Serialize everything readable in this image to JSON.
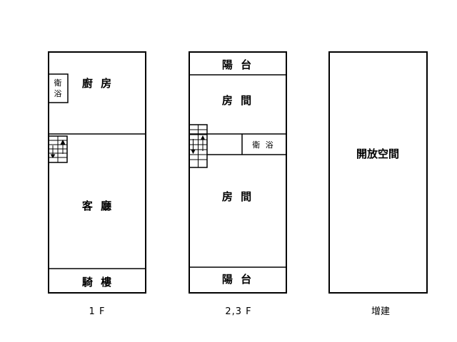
{
  "plan_1f": {
    "caption": "1 F",
    "rooms": {
      "bathroom_line1": "衛",
      "bathroom_line2": "浴",
      "kitchen": "廚 房",
      "living_room": "客 廳",
      "arcade": "騎 樓"
    }
  },
  "plan_23f": {
    "caption": "2,3 F",
    "rooms": {
      "balcony_top": "陽 台",
      "room_upper": "房 間",
      "bathroom": "衛 浴",
      "room_lower": "房 間",
      "balcony_bottom": "陽 台"
    }
  },
  "plan_extension": {
    "caption": "增建",
    "rooms": {
      "open_space": "開放空間"
    }
  }
}
